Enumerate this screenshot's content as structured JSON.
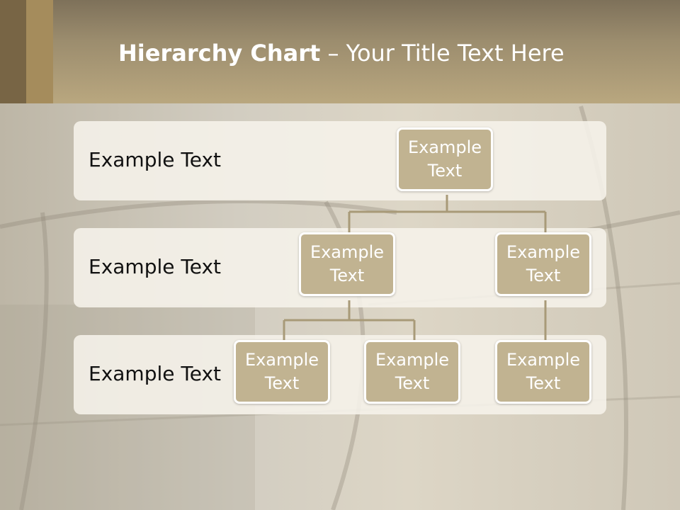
{
  "title": {
    "bold": "Hierarchy Chart",
    "dash": " – ",
    "rest": "Your Title Text Here"
  },
  "levels": [
    {
      "label": "Example Text"
    },
    {
      "label": "Example Text"
    },
    {
      "label": "Example Text"
    }
  ],
  "nodes": {
    "root": "Example\nText",
    "level2_left": "Example\nText",
    "level2_right": "Example\nText",
    "level3_a": "Example\nText",
    "level3_b": "Example\nText",
    "level3_c": "Example\nText"
  },
  "colors": {
    "header": "#b9a77f",
    "node_fill": "#c1b391",
    "node_border": "#ffffff",
    "connector": "#a89a78",
    "band": "#f6f3eb"
  }
}
